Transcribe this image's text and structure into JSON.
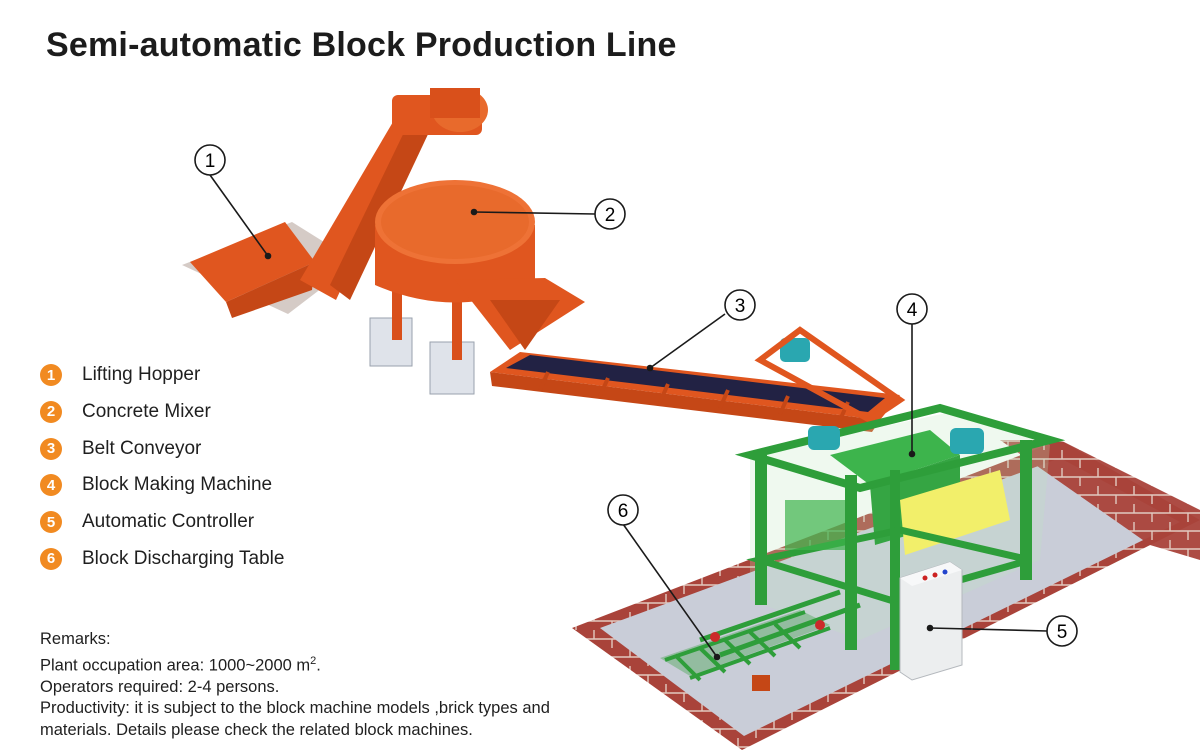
{
  "title": "Semi-automatic Block Production Line",
  "legend": [
    {
      "num": "1",
      "label": "Lifting Hopper"
    },
    {
      "num": "2",
      "label": "Concrete Mixer"
    },
    {
      "num": "3",
      "label": "Belt Conveyor"
    },
    {
      "num": "4",
      "label": "Block Making Machine"
    },
    {
      "num": "5",
      "label": "Automatic Controller"
    },
    {
      "num": "6",
      "label": "Block Discharging Table"
    }
  ],
  "callouts": [
    "1",
    "2",
    "3",
    "4",
    "5",
    "6"
  ],
  "remarks": {
    "heading": "Remarks:",
    "area_prefix": "Plant occupation area: 1000~2000 m",
    "area_sup": "2",
    "area_suffix": ".",
    "operators": "Operators required: 2-4 persons.",
    "productivity_1": "Productivity: it is subject to the block machine models ,brick types and",
    "productivity_2": "materials. Details please check the related block machines."
  },
  "colors": {
    "accent": "#f18a21",
    "machine_orange": "#e0561f",
    "machine_green": "#2e9e3a",
    "belt": "#222244",
    "brick": "#a9433a",
    "floor": "#c9cdd8"
  }
}
